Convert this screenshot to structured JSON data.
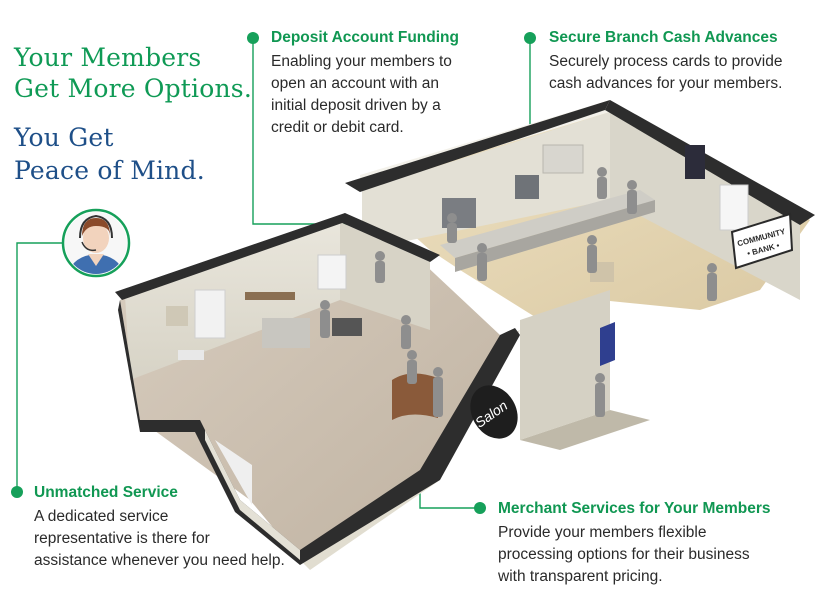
{
  "headline": {
    "line1": "Your Members",
    "line2": "Get More Options.",
    "line3": "You Get",
    "line4": "Peace of Mind."
  },
  "callouts": {
    "deposit": {
      "title": "Deposit Account Funding",
      "body": [
        "Enabling your members to",
        "open an account with an",
        "initial deposit driven by a",
        "credit or debit card."
      ]
    },
    "cash": {
      "title": "Secure Branch Cash Advances",
      "body": [
        "Securely process cards to provide",
        "cash advances for your members."
      ]
    },
    "service": {
      "title": "Unmatched Service",
      "body": [
        "A dedicated service",
        "representative is there for",
        "assistance whenever you need help."
      ]
    },
    "merchant": {
      "title": "Merchant Services for Your Members",
      "body": [
        "Provide your members flexible",
        "processing options for their business",
        "with transparent pricing."
      ]
    }
  },
  "signs": {
    "bank_line1": "COMMUNITY",
    "bank_line2": "• BANK •",
    "salon": "Salon"
  },
  "colors": {
    "accent_green": "#16a05a",
    "headline_blue": "#1e4f88",
    "body_text": "#2a2a2a"
  },
  "icons": {
    "representative": "headset-representative-icon"
  }
}
